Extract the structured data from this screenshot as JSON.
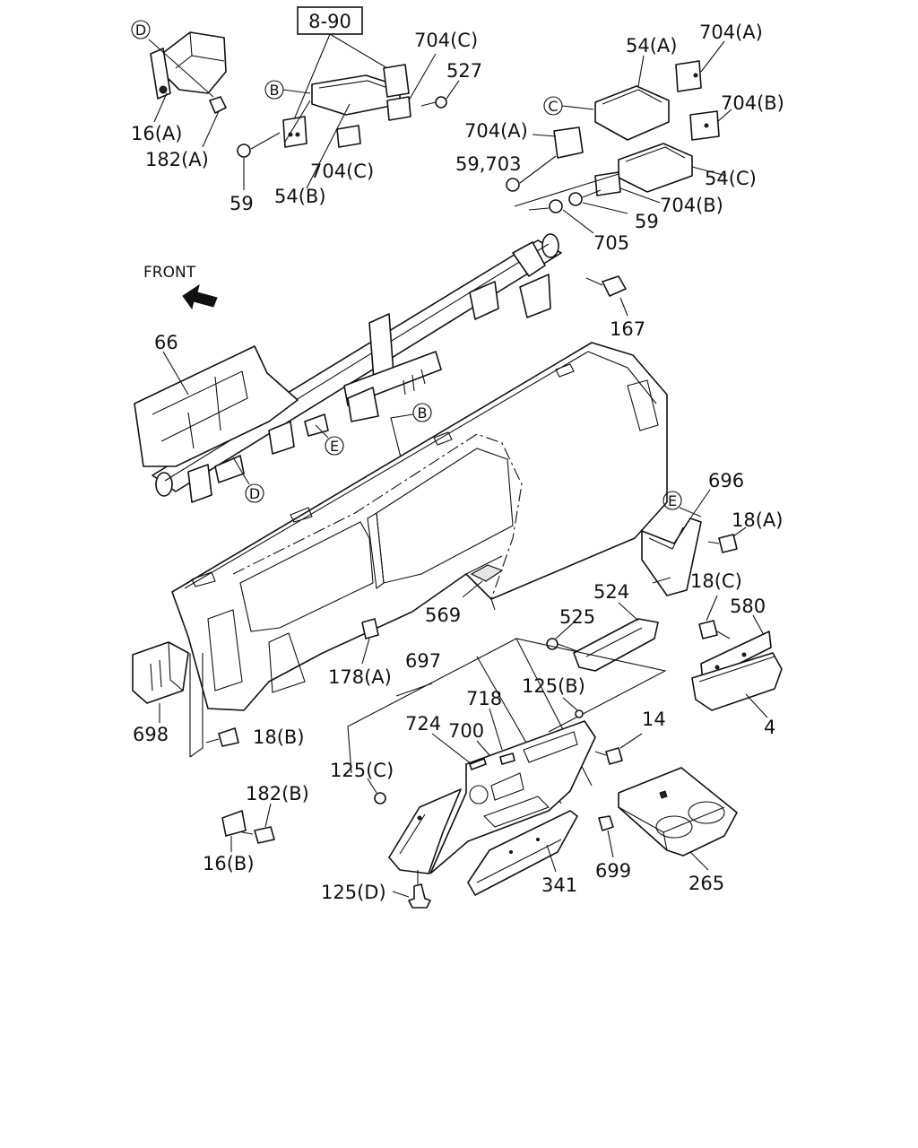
{
  "diagram": {
    "front_label": "FRONT",
    "ref_box": "8-90",
    "callouts": {
      "b": "B",
      "c": "C",
      "d": "D",
      "e": "E"
    },
    "labels": {
      "p16a": "16(A)",
      "p182a": "182(A)",
      "p59a": "59",
      "p54b": "54(B)",
      "p704c_lower": "704(C)",
      "p704c_upper": "704(C)",
      "p527": "527",
      "p54a": "54(A)",
      "p704a_top": "704(A)",
      "p704b_top": "704(B)",
      "p704a_mid": "704(A)",
      "p59_703": "59,703",
      "p54c": "54(C)",
      "p704b_mid": "704(B)",
      "p59b": "59",
      "p705": "705",
      "p167": "167",
      "p66": "66",
      "p696": "696",
      "p18a": "18(A)",
      "p18c": "18(C)",
      "p580": "580",
      "p524": "524",
      "p525": "525",
      "p569": "569",
      "p178a": "178(A)",
      "p697": "697",
      "p125b": "125(B)",
      "p718": "718",
      "p724": "724",
      "p700": "700",
      "p14": "14",
      "p4": "4",
      "p698": "698",
      "p18b": "18(B)",
      "p125c": "125(C)",
      "p182b": "182(B)",
      "p16b": "16(B)",
      "p125d": "125(D)",
      "p341": "341",
      "p699": "699",
      "p265": "265"
    }
  }
}
